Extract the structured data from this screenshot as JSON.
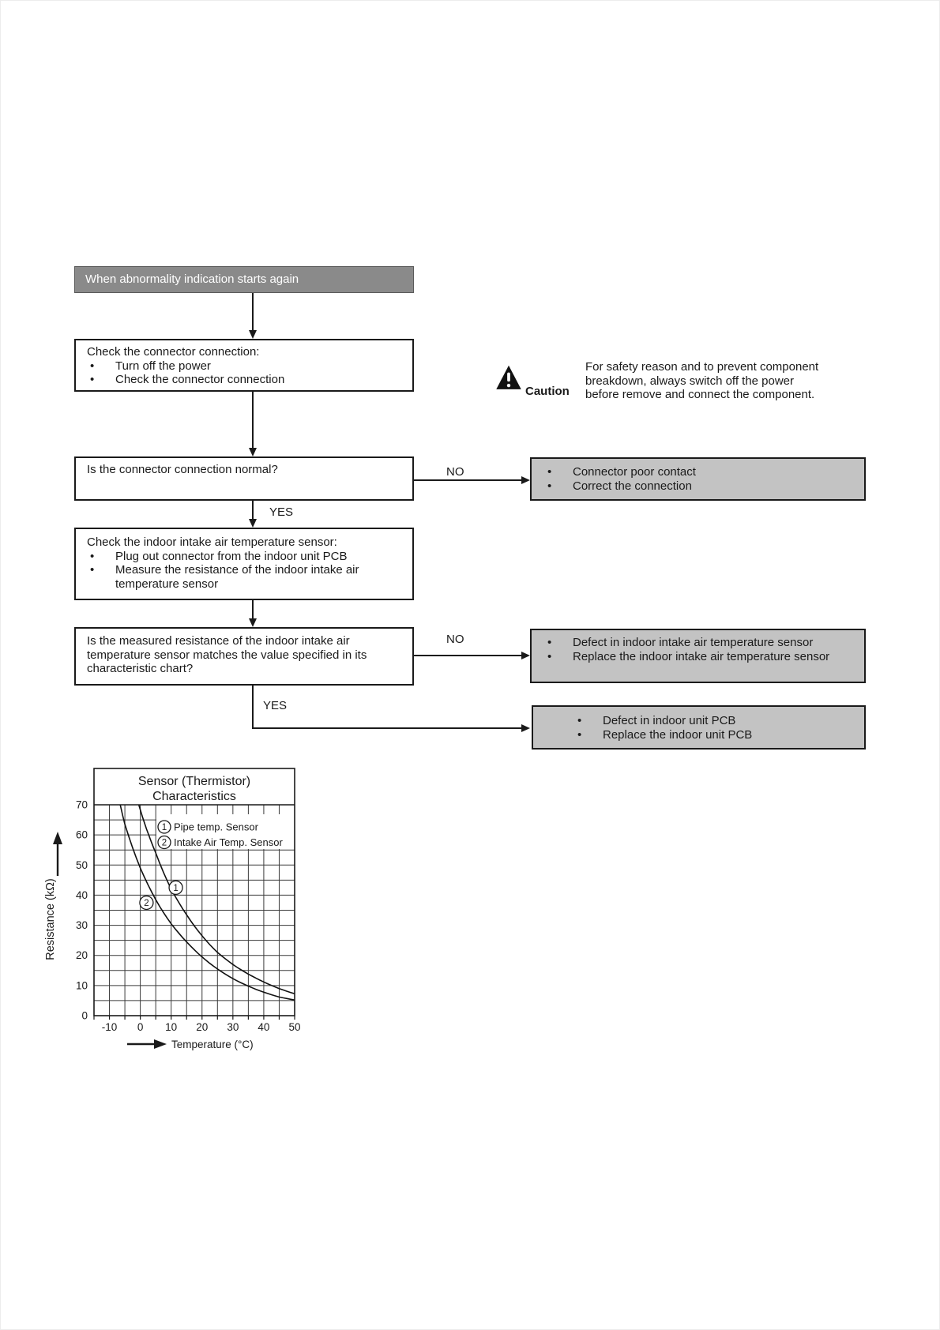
{
  "colors": {
    "start_box_bg": "#8a8a8a",
    "start_box_text": "#ffffff",
    "result_box_bg": "#c3c3c3",
    "box_border": "#1a1a1a",
    "grid_line": "#3a3a3a"
  },
  "glyphs": {
    "bullet": "•"
  },
  "flowchart": {
    "start_label": "When abnormality indication starts again",
    "caution": {
      "label": "Caution",
      "lines": [
        "For safety reason and to prevent component",
        "breakdown, always switch off the power",
        "before remove and connect the component."
      ]
    },
    "step1": {
      "title": "Check the connector connection:",
      "bullets": [
        "Turn off the power",
        "Check the connector connection"
      ]
    },
    "decision1": {
      "question": "Is the connector connection normal?",
      "no_label": "NO",
      "yes_label": "YES"
    },
    "result_no1": {
      "bullets": [
        "Connector poor contact",
        "Correct the connection"
      ]
    },
    "step2": {
      "title": "Check the indoor intake air temperature sensor:",
      "bullets": [
        "Plug out connector from the indoor unit PCB",
        "Measure the resistance of the indoor intake air temperature sensor"
      ]
    },
    "decision2": {
      "question": "Is the measured resistance of the indoor intake air temperature sensor matches the value specified in its characteristic chart?",
      "no_label": "NO",
      "yes_label": "YES"
    },
    "result_no2": {
      "bullets": [
        "Defect in indoor intake air temperature sensor",
        "Replace the indoor intake air temperature sensor"
      ]
    },
    "result_yes2": {
      "bullets": [
        "Defect in indoor unit PCB",
        "Replace the indoor unit PCB"
      ]
    }
  },
  "chart_data": {
    "type": "line",
    "title_lines": [
      "Sensor (Thermistor)",
      "Characteristics"
    ],
    "title": "Sensor (Thermistor) Characteristics",
    "xlabel": "Temperature (°C)",
    "ylabel": "Resistance (kΩ)",
    "xlim": [
      -15,
      50
    ],
    "ylim": [
      0,
      70
    ],
    "grid": true,
    "grid_step": 5,
    "x_tick_labels": [
      -10,
      0,
      10,
      20,
      30,
      40,
      50
    ],
    "y_tick_labels": [
      0,
      10,
      20,
      30,
      40,
      50,
      60,
      70
    ],
    "legend_position": "top-right-inside",
    "series": [
      {
        "marker": "1",
        "name": "Pipe temp. Sensor",
        "marker_pos": [
          11.5,
          42.5
        ],
        "points": [
          [
            -0.5,
            70
          ],
          [
            2,
            62
          ],
          [
            5,
            54
          ],
          [
            10,
            42
          ],
          [
            15,
            33.5
          ],
          [
            20,
            26.5
          ],
          [
            25,
            21
          ],
          [
            30,
            17
          ],
          [
            35,
            13.8
          ],
          [
            40,
            11.2
          ],
          [
            45,
            9
          ],
          [
            50,
            7.3
          ]
        ]
      },
      {
        "marker": "2",
        "name": "Intake Air Temp. Sensor",
        "marker_pos": [
          2,
          37.5
        ],
        "points": [
          [
            -6.5,
            70
          ],
          [
            -5,
            63.5
          ],
          [
            0,
            49
          ],
          [
            5,
            38.5
          ],
          [
            10,
            30.5
          ],
          [
            15,
            24.5
          ],
          [
            20,
            19.5
          ],
          [
            25,
            15.5
          ],
          [
            30,
            12.3
          ],
          [
            35,
            9.8
          ],
          [
            40,
            7.8
          ],
          [
            45,
            6.2
          ],
          [
            50,
            5.2
          ]
        ]
      }
    ]
  }
}
